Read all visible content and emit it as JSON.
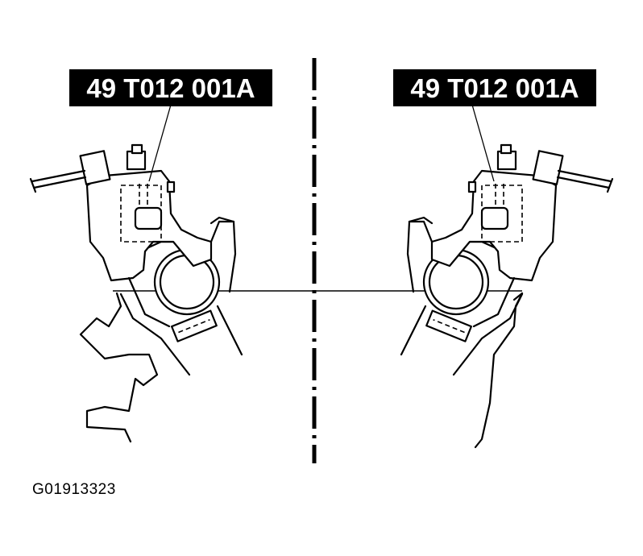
{
  "labels": {
    "left_tool": "49 T012 001A",
    "right_tool": "49 T012 001A"
  },
  "figure_id": "G01913323",
  "colors": {
    "ink": "#000000",
    "paper": "#ffffff"
  }
}
